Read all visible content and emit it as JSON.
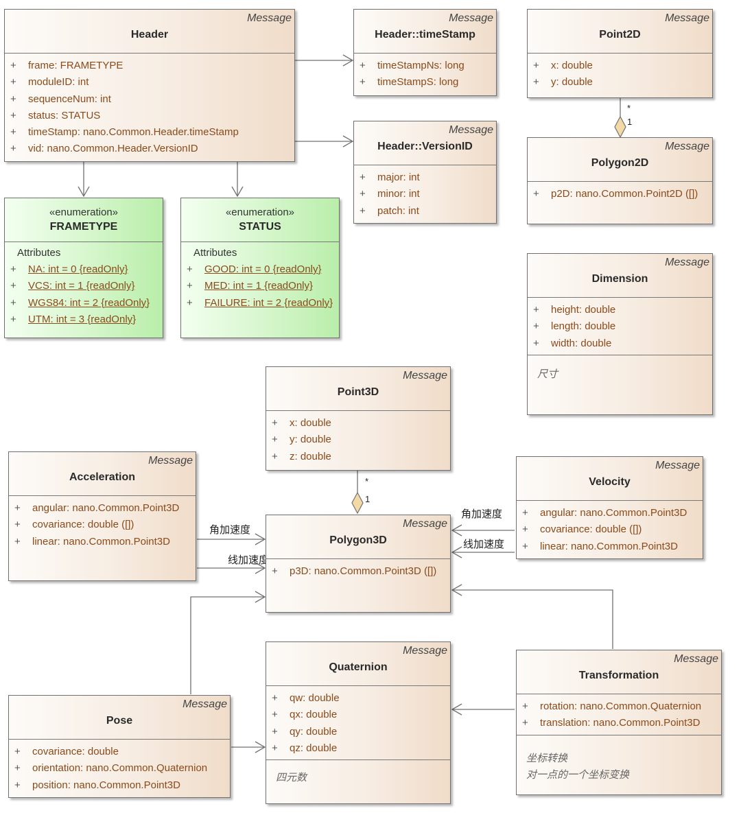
{
  "stereotype": "Message",
  "enum_stereotype": "«enumeration»",
  "attributes_section": "Attributes",
  "plus": "+",
  "classes": {
    "header": {
      "name": "Header",
      "attrs": [
        "frame: FRAMETYPE",
        "moduleID: int",
        "sequenceNum: int",
        "status: STATUS",
        "timeStamp: nano.Common.Header.timeStamp",
        "vid: nano.Common.Header.VersionID"
      ]
    },
    "timestamp": {
      "name": "Header::timeStamp",
      "attrs": [
        "timeStampNs: long",
        "timeStampS: long"
      ]
    },
    "versionid": {
      "name": "Header::VersionID",
      "attrs": [
        "major: int",
        "minor: int",
        "patch: int"
      ]
    },
    "point2d": {
      "name": "Point2D",
      "attrs": [
        "x: double",
        "y: double"
      ]
    },
    "polygon2d": {
      "name": "Polygon2D",
      "attrs": [
        "p2D: nano.Common.Point2D ([])"
      ]
    },
    "frametype": {
      "name": "FRAMETYPE",
      "attrs": [
        "NA: int = 0 {readOnly}",
        "VCS: int = 1 {readOnly}",
        "WGS84: int = 2 {readOnly}",
        "UTM: int = 3 {readOnly}"
      ]
    },
    "status": {
      "name": "STATUS",
      "attrs": [
        "GOOD: int = 0 {readOnly}",
        "MED: int = 1 {readOnly}",
        "FAILURE: int = 2 {readOnly}"
      ]
    },
    "dimension": {
      "name": "Dimension",
      "attrs": [
        "height: double",
        "length: double",
        "width: double"
      ],
      "notes": [
        "尺寸"
      ]
    },
    "point3d": {
      "name": "Point3D",
      "attrs": [
        "x: double",
        "y: double",
        "z: double"
      ]
    },
    "acceleration": {
      "name": "Acceleration",
      "attrs": [
        "angular: nano.Common.Point3D",
        "covariance: double ([])",
        "linear: nano.Common.Point3D"
      ]
    },
    "polygon3d": {
      "name": "Polygon3D",
      "attrs": [
        "p3D: nano.Common.Point3D ([])"
      ]
    },
    "velocity": {
      "name": "Velocity",
      "attrs": [
        "angular: nano.Common.Point3D",
        "covariance: double ([])",
        "linear: nano.Common.Point3D"
      ]
    },
    "quaternion": {
      "name": "Quaternion",
      "attrs": [
        "qw: double",
        "qx: double",
        "qy: double",
        "qz: double"
      ],
      "notes": [
        "四元数"
      ]
    },
    "transformation": {
      "name": "Transformation",
      "attrs": [
        "rotation: nano.Common.Quaternion",
        "translation: nano.Common.Point3D"
      ],
      "notes": [
        "坐标转换",
        "对一点的一个坐标变换"
      ]
    },
    "pose": {
      "name": "Pose",
      "attrs": [
        "covariance: double",
        "orientation: nano.Common.Quaternion",
        "position: nano.Common.Point3D"
      ]
    }
  },
  "edge_labels": {
    "acc_angular": "角加速度",
    "acc_linear": "线加速度",
    "vel_angular": "角加速度",
    "vel_linear": "线加速度"
  },
  "multiplicity": {
    "p2d_source": "*",
    "p2d_target": "1",
    "p3d_source": "*",
    "p3d_target": "1"
  }
}
